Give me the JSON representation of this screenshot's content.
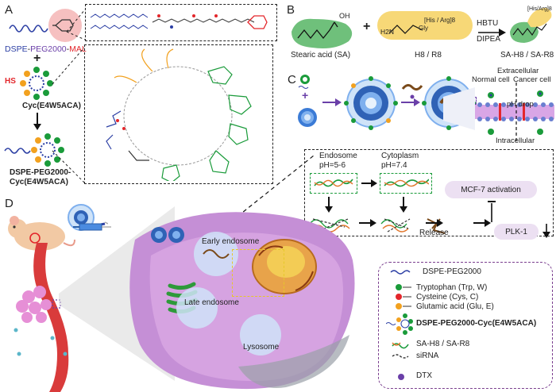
{
  "panels": {
    "a": "A",
    "b": "B",
    "c": "C",
    "d": "D"
  },
  "panel_a": {
    "dspe_label": "DSPE",
    "peg_label": "PEG2000",
    "mal_label": "MAL",
    "hs_label": "HS",
    "plus": "+",
    "cyc_prefix": "Cyc(",
    "cyc_formula": "E4W5ACA",
    "cyc_suffix": ")",
    "product_line1": "DSPE-PEG2000-",
    "product_line2": "Cyc(E4W5ACA)"
  },
  "panel_b": {
    "sa_label": "Stearic acid (SA)",
    "h8_label": "H8 / R8",
    "plus": "+",
    "reagent1": "HBTU",
    "reagent2": "DIPEA",
    "product_label": "SA-H8 / SA-R8",
    "peptide_tag": "[His / Arg]8",
    "peptide_tag2": "[His/Arg]8",
    "amine": "H2N",
    "gly": "Gly",
    "oh": "OH"
  },
  "panel_c": {
    "normal_cell": "Normal cell",
    "extracellular": "Extracellular",
    "cancer_cell": "Cancer cell",
    "ph_drop": "pH drop",
    "intracellular": "Intracellular",
    "plus": "+"
  },
  "panel_d": {
    "early_endosome": "Early endosome",
    "late_endosome": "Late endosome",
    "lysosome": "Lysosome",
    "endosome_title": "Endosome",
    "endosome_ph": "pH=5-6",
    "cytoplasm_title": "Cytoplasm",
    "cytoplasm_ph": "pH=7.4",
    "release": "Release",
    "mcf7": "MCF-7 activation",
    "plk1": "PLK-1"
  },
  "legend": {
    "items": [
      "DSPE-PEG2000",
      "Tryptophan (Trp, W)",
      "Cysteine (Cys, C)",
      "Glutamic acid (Glu, E)",
      "DSPE-PEG2000-Cyc(E4W5ACA)",
      "SA-H8 / SA-R8",
      "siRNA",
      "DTX"
    ]
  },
  "colors": {
    "tryptophan": "#1a9b3a",
    "cysteine": "#e3262b",
    "glutamic": "#f2a11f",
    "dspe_text": "#2c3fa4",
    "peg_text": "#6a3fa8",
    "mal_text": "#e3262b",
    "cell": "#c58fd6",
    "vessel": "#d93b3b"
  }
}
